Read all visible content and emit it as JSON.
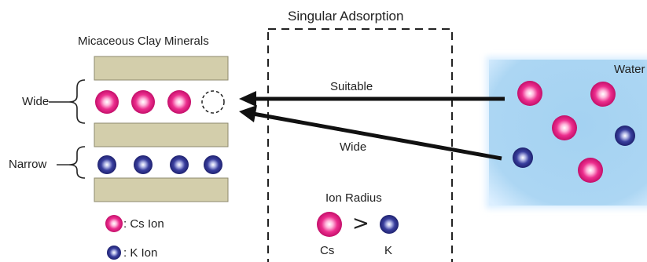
{
  "title": "Singular Adsorption",
  "clay": {
    "label": "Micaceous Clay Minerals",
    "wide_label": "Wide",
    "narrow_label": "Narrow"
  },
  "water": {
    "label": "Water"
  },
  "arrows": {
    "upper_label": "Suitable",
    "lower_label": "Wide"
  },
  "ion_radius": {
    "title": "Ion Radius",
    "comparison": ">",
    "cs_label": "Cs",
    "k_label": "K"
  },
  "legend": {
    "cs": ": Cs Ion",
    "k": ": K Ion"
  },
  "colors": {
    "cs_ion": "#e6197f",
    "k_ion": "#2b2e8c",
    "clay_layer": "#d3ceab",
    "water": "#a9d4f2",
    "arrow": "#111111"
  },
  "icons": {
    "cs_ion": "pink-sphere",
    "k_ion": "navy-sphere",
    "vacancy": "dashed-circle"
  }
}
